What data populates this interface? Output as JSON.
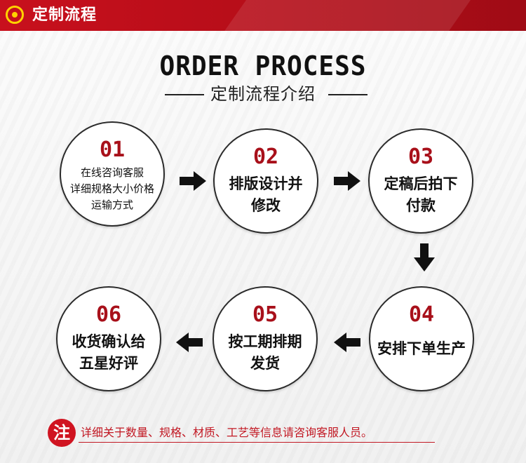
{
  "header": {
    "title": "定制流程"
  },
  "heading": {
    "title": "ORDER PROCESS",
    "subtitle": "定制流程介绍"
  },
  "steps": [
    {
      "number": "01",
      "lines": [
        "在线咨询客服",
        "详细规格大小价格",
        "运输方式"
      ]
    },
    {
      "number": "02",
      "lines": [
        "排版设计并",
        "修改"
      ]
    },
    {
      "number": "03",
      "lines": [
        "定稿后拍下",
        "付款"
      ]
    },
    {
      "number": "04",
      "lines": [
        "安排下单生产"
      ]
    },
    {
      "number": "05",
      "lines": [
        "按工期排期",
        "发货"
      ]
    },
    {
      "number": "06",
      "lines": [
        "收货确认给",
        "五星好评"
      ]
    }
  ],
  "note": {
    "badge": "注",
    "text": "详细关于数量、规格、材质、工艺等信息请咨询客服人员。"
  },
  "colors": {
    "brand_red": "#c8101d",
    "number_red": "#a8101a",
    "accent_yellow": "#ffd200"
  }
}
